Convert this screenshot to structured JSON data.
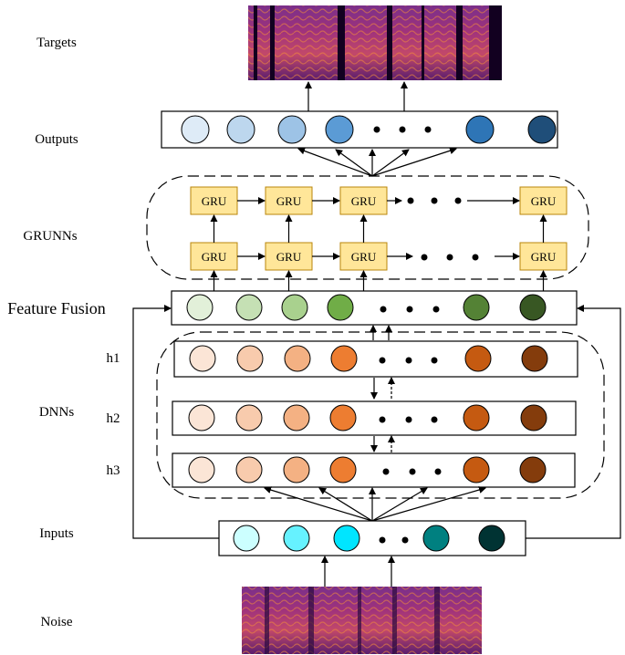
{
  "labels": {
    "targets": "Targets",
    "outputs": "Outputs",
    "grunns": "GRUNNs",
    "feature_fusion": "Feature Fusion",
    "h1": "h1",
    "dnns": "DNNs",
    "h2": "h2",
    "h3": "h3",
    "inputs": "Inputs",
    "noise": "Noise"
  },
  "gru_label": "GRU",
  "colors": {
    "outputs": [
      "#deebf7",
      "#bdd7ee",
      "#9dc3e6",
      "#5b9bd5",
      "#2e75b6",
      "#1f4e79"
    ],
    "fusion": [
      "#e2f0d9",
      "#c5e0b4",
      "#a9d18e",
      "#70ad47",
      "#548235",
      "#385723"
    ],
    "hidden": [
      "#fbe5d6",
      "#f8cbad",
      "#f4b183",
      "#ed7d31",
      "#c55a11",
      "#843c0c"
    ],
    "inputs": [
      "#ccffff",
      "#66f2ff",
      "#00e5ff",
      "#008080",
      "#003333"
    ],
    "gru_fill": "#ffe699",
    "gru_stroke": "#b8860b"
  }
}
